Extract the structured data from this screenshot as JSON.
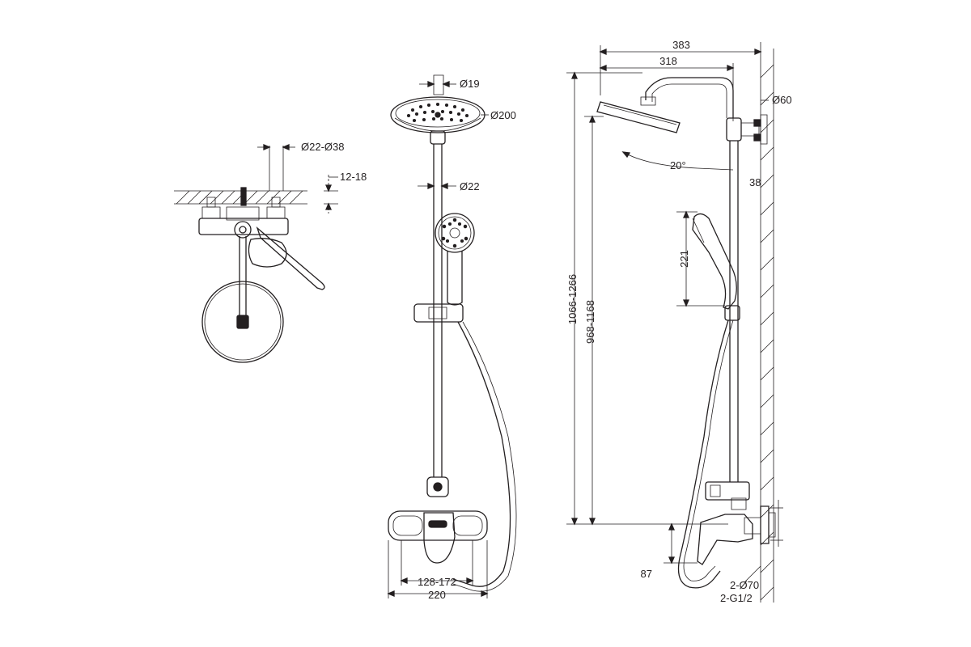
{
  "top_view": {
    "inlet_diameter_label": "Ø22-Ø38",
    "wall_offset_label": "12-18"
  },
  "front_view": {
    "top_connector_label": "Ø19",
    "head_diameter_label": "Ø200",
    "rail_diameter_label": "Ø22",
    "inner_width_label": "128-172",
    "outer_width_label": "220"
  },
  "side_view": {
    "total_reach_label": "383",
    "arm_reach_label": "318",
    "flange_diameter_label": "Ø60",
    "tilt_angle_label": "20°",
    "bracket_offset_label": "38",
    "handheld_length_label": "221",
    "total_height_label": "1066-1266",
    "inner_height_label": "968-1168",
    "outlet_height_label": "87",
    "outlet_count_label": "2-Ø70",
    "thread_label": "2-G1/2"
  }
}
